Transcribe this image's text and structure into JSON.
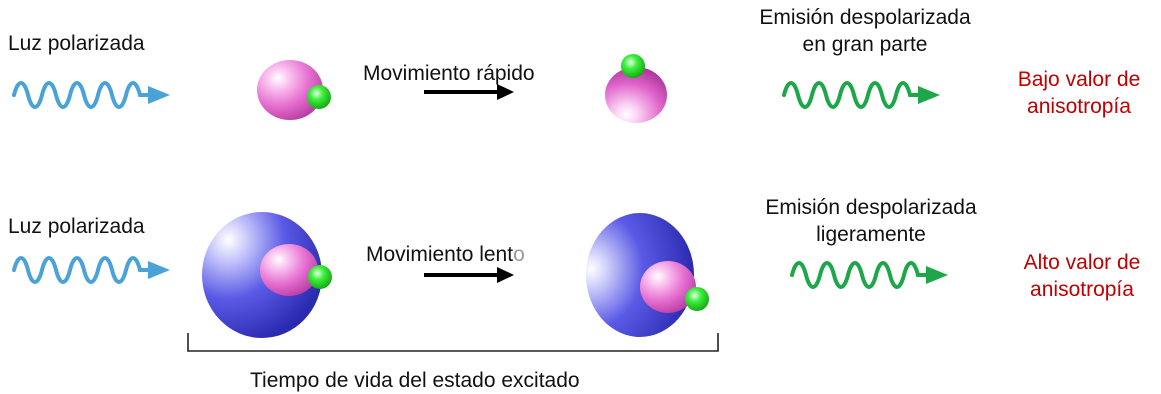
{
  "colors": {
    "incoming_wave": "#4aa3d8",
    "emitted_wave": "#1ea64a",
    "arrow": "#000000",
    "small_sphere": "#e66fd0",
    "fluorophore": "#19d419",
    "large_protein": "#4f4fe0",
    "result_text": "#c00000",
    "text": "#111111"
  },
  "rows": [
    {
      "incoming_label": "Luz polarizada",
      "incoming_icon": "blue-wave-arrow-icon",
      "movement_label": "Movimiento rápido",
      "emission_label_line1": "Emisión despolarizada",
      "emission_label_line2": "en gran parte",
      "emitted_icon": "green-wave-arrow-icon",
      "result_line1": "Bajo valor de",
      "result_line2": "anisotropía"
    },
    {
      "incoming_label": "Luz polarizada",
      "incoming_icon": "blue-wave-arrow-icon",
      "movement_label_main": "Movimiento lent",
      "movement_label_faded": "o",
      "emission_label_line1": "Emisión despolarizada",
      "emission_label_line2": "ligeramente",
      "emitted_icon": "green-wave-arrow-icon",
      "result_line1": "Alto valor de",
      "result_line2": "anisotropía"
    }
  ],
  "lifetime_label": "Tiempo de vida del estado excitado"
}
